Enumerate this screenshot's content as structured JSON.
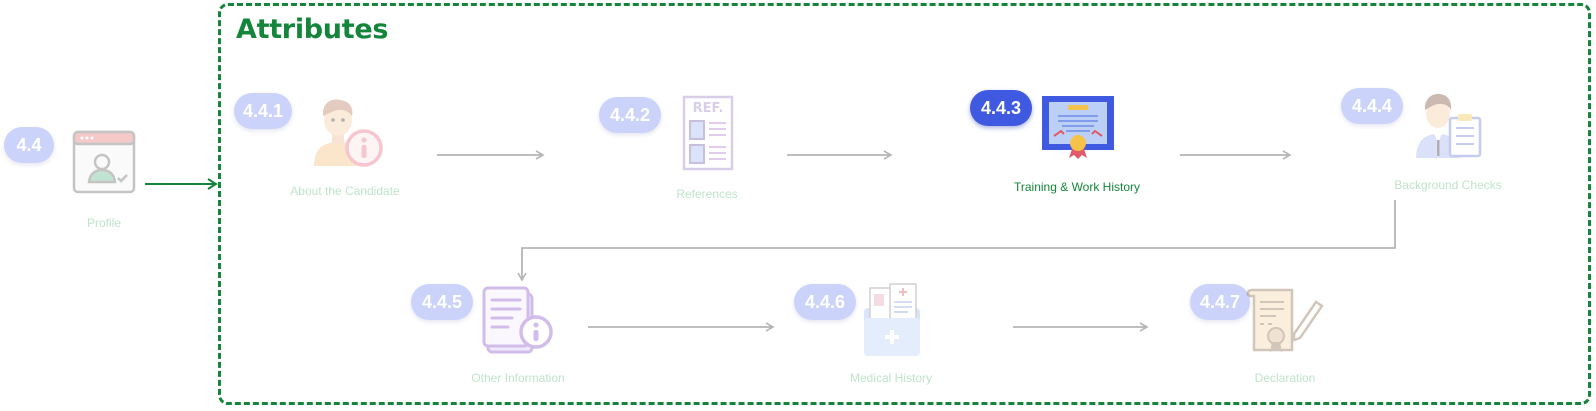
{
  "frame": {
    "title": "Attributes"
  },
  "profile": {
    "badge": "4.4",
    "label": "Profile"
  },
  "steps": [
    {
      "badge": "4.4.1",
      "label": "About the Candidate",
      "icon": "candidate-info-icon"
    },
    {
      "badge": "4.4.2",
      "label": "References",
      "icon": "reference-document-icon"
    },
    {
      "badge": "4.4.3",
      "label": "Training & Work History",
      "icon": "certificate-icon",
      "active": true
    },
    {
      "badge": "4.4.4",
      "label": "Background Checks",
      "icon": "checklist-person-icon"
    },
    {
      "badge": "4.4.5",
      "label": "Other Information",
      "icon": "document-info-icon"
    },
    {
      "badge": "4.4.6",
      "label": "Medical History",
      "icon": "medical-folder-icon"
    },
    {
      "badge": "4.4.7",
      "label": "Declaration",
      "icon": "scroll-seal-icon"
    }
  ],
  "colors": {
    "frame": "#15853b",
    "badge_inactive": "#ccd3fb",
    "badge_active": "#3f5ae0",
    "arrow": "#b5b5b5",
    "label_inactive": "#bfe3cc",
    "label_active": "#15853b"
  }
}
